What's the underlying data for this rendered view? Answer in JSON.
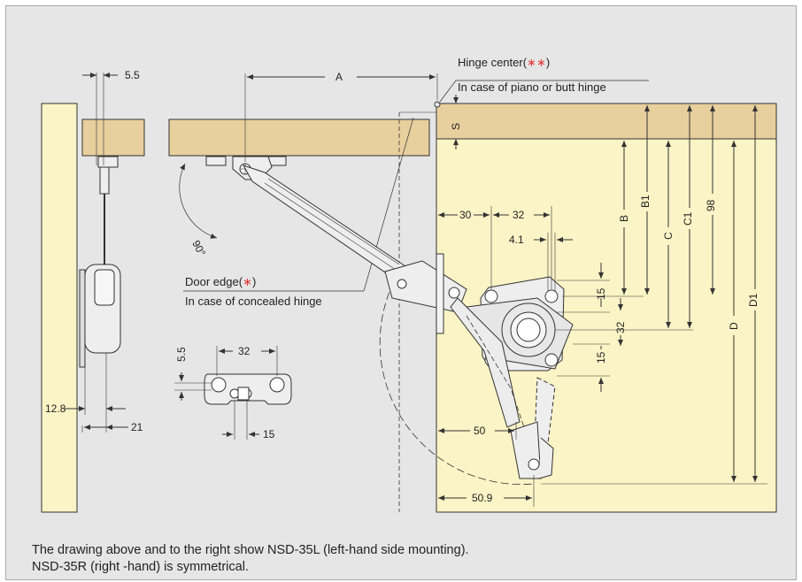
{
  "colors": {
    "frame_bg": "#e6e6e6",
    "wood": "#e8cf9e",
    "panel": "#fbf4c6",
    "metal": "#eeeeee",
    "line": "#333333",
    "asterisk": "#e23b3b"
  },
  "labels": {
    "hinge_center_prefix": "Hinge center(",
    "hinge_center_mark": "∗∗",
    "hinge_center_suffix": ")",
    "hinge_center_note": "In case of piano or butt hinge",
    "door_edge_prefix": "Door edge(",
    "door_edge_mark": "∗",
    "door_edge_suffix": ")",
    "door_edge_note": "In case of concealed hinge",
    "angle": "90°"
  },
  "dims": {
    "d5_5_top": "5.5",
    "A": "A",
    "S": "S",
    "B": "B",
    "B1": "B1",
    "C": "C",
    "C1": "C1",
    "D": "D",
    "D1": "D1",
    "d98": "98",
    "d30": "30",
    "d32_top": "32",
    "d4_1": "4.1",
    "d15_a": "15",
    "d32_side": "32",
    "d15_b": "15",
    "d50": "50",
    "d50_9": "50.9",
    "d12_8": "12.8",
    "d21": "21",
    "d5_5_plate": "5.5",
    "d32_plate": "32",
    "d15_plate": "15"
  },
  "caption": {
    "line1": "The drawing above and to the right show NSD-35L (left-hand side mounting).",
    "line2": "NSD-35R (right -hand) is symmetrical."
  }
}
